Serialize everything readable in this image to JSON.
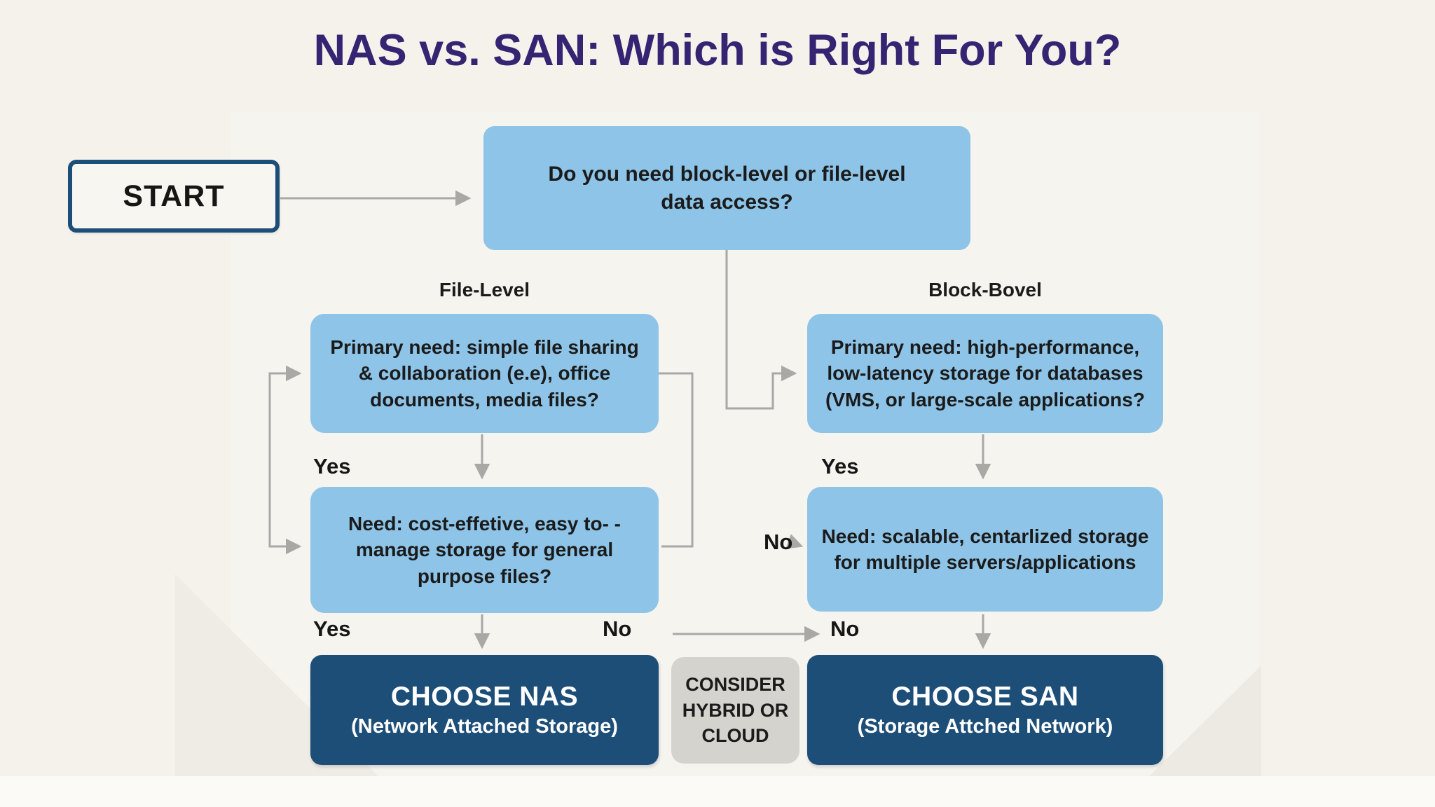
{
  "title": "NAS vs. SAN: Which is Right For You?",
  "flow": {
    "start_label": "START",
    "question": "Do you need block-level or file-level data access?",
    "branches": {
      "left_label": "File-Level",
      "right_label": "Block-Bovel"
    },
    "left_question_1": "Primary need: simple file sharing & collaboration (e.e), office documents, media files?",
    "right_question_1": "Primary need: high-performance, low-latency storage for databases (VMS, or large-scale applications?",
    "left_question_2": "Need: cost-effetive, easy to- -manage storage for general purpose files?",
    "right_question_2": "Need: scalable, centarlized storage for multiple servers/applications",
    "edge_labels": {
      "left_yes_1": "Yes",
      "right_yes_1": "Yes",
      "no_mid_right": "No",
      "left_yes_2": "Yes",
      "left_no_2": "No",
      "right_no_2": "No"
    },
    "results": {
      "nas_title": "CHOOSE NAS",
      "nas_sub": "(Network Attached Storage)",
      "hybrid": "CONSIDER HYBRID OR CLOUD",
      "san_title": "CHOOSE SAN",
      "san_sub": "(Storage Attched Network)"
    }
  },
  "colors": {
    "background": "#f5f2ec",
    "title_text": "#342471",
    "decision_box_fill": "#8ec4e7",
    "result_box_fill": "#1d4e78",
    "hybrid_box_fill": "#d4d3ce",
    "start_border": "#1d4e78",
    "arrow": "#a9a8a4",
    "body_text": "#1b1b1b",
    "result_text": "#ffffff"
  }
}
